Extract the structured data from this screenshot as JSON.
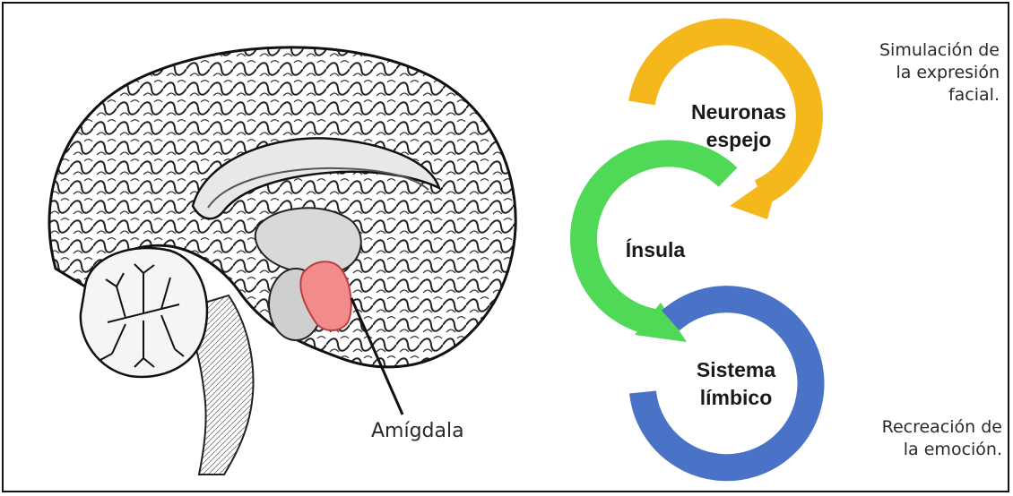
{
  "brain": {
    "amygdala_label": "Amígdala",
    "amygdala_color": "#f28b8b"
  },
  "cycle": {
    "nodes": [
      {
        "label_line1": "Neuronas",
        "label_line2": "espejo",
        "color": "#f4b81c"
      },
      {
        "label_line1": "Ínsula",
        "label_line2": "",
        "color": "#4fd957"
      },
      {
        "label_line1": "Sistema",
        "label_line2": "límbico",
        "color": "#4a73c8"
      }
    ]
  },
  "annotations": {
    "top": {
      "line1": "Simulación de",
      "line2": "la expresión",
      "line3": "facial."
    },
    "bottom": {
      "line1": "Recreación de",
      "line2": "la emoción."
    }
  }
}
